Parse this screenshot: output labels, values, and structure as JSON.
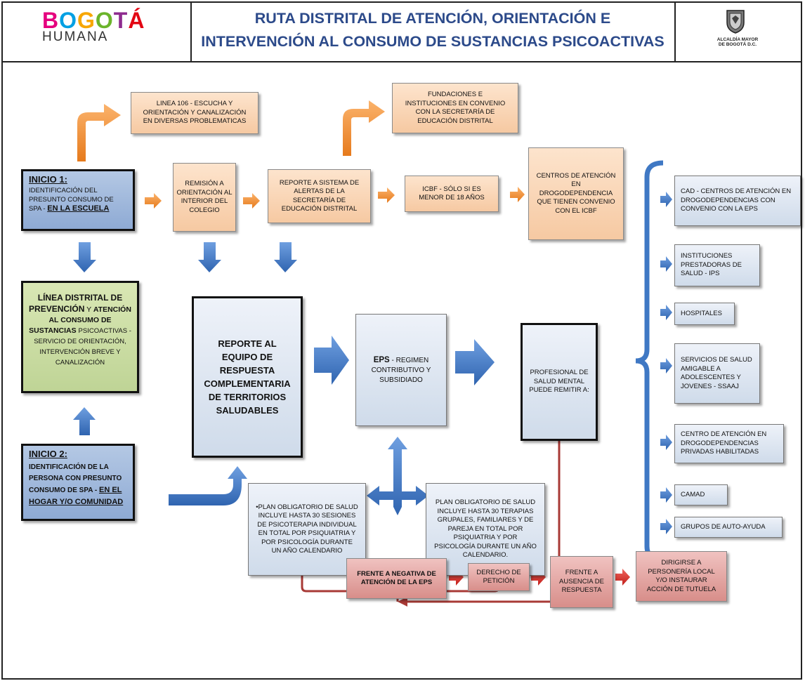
{
  "header": {
    "logo_line1": "BOGOTÁ",
    "logo_line2": "HUMANA",
    "title_line1": "RUTA DISTRITAL DE ATENCIÓN, ORIENTACIÓN E",
    "title_line2": "INTERVENCIÓN AL CONSUMO DE SUSTANCIAS PSICOACTIVAS",
    "alcaldia_line1": "ALCALDÍA MAYOR",
    "alcaldia_line2": "DE BOGOTÁ D.C.",
    "logo_colors": [
      "#e5007e",
      "#00a0e3",
      "#f7a600",
      "#6bb42b",
      "#8e2c8f",
      "#e30613"
    ]
  },
  "boxes": {
    "linea106": "LINEA 106 - ESCUCHA Y ORIENTACIÓN Y CANALIZACIÓN EN DIVERSAS PROBLEMATICAS",
    "fundaciones": "FUNDACIONES E INSTITUCIONES EN CONVENIO CON LA SECRETARÍA DE EDUCACIÓN DISTRITAL",
    "inicio1_title": "INICIO 1:",
    "inicio1_text": "IDENTIFICACIÓN DEL PRESUNTO CONSUMO DE SPA - ",
    "inicio1_place": "EN LA ESCUELA",
    "remision": "REMISIÓN A ORIENTACIÓN AL INTERIOR DEL COLEGIO",
    "reporte_sistema": "REPORTE A SISTEMA DE ALERTAS DE LA SECRETARÍA DE EDUCACIÓN DISTRITAL",
    "icbf": "ICBF - SÓLO SI ES MENOR DE 18 AÑOS",
    "centros_icbf": "CENTROS DE ATENCIÓN EN DROGODEPENDENCIA QUE TIENEN CONVENIO CON EL ICBF",
    "linea_distrital_bold1": "LÍNEA DISTRITAL DE PREVENCIÓN",
    "linea_distrital_mid": " Y ",
    "linea_distrital_bold2": "ATENCIÓN AL CONSUMO DE SUSTANCIAS",
    "linea_distrital_rest": "PSICOACTIVAS - SERVICIO DE ORIENTACIÓN, INTERVENCIÓN BREVE Y CANALIZACIÓN",
    "reporte_equipo": "REPORTE AL EQUIPO DE RESPUESTA COMPLEMENTARIA DE TERRITORIOS SALUDABLES",
    "eps_bold": "EPS",
    "eps_rest": " - REGIMEN CONTRIBUTIVO Y SUBSIDIADO",
    "profesional": "PROFESIONAL DE SALUD MENTAL PUEDE REMITIR A:",
    "inicio2_title": "INICIO 2:",
    "inicio2_text": "IDENTIFICACIÓN DE LA PERSONA CON PRESUNTO CONSUMO DE SPA - ",
    "inicio2_place": "EN EL HOGAR Y/O COMUNIDAD",
    "pos_individual": "•PLAN OBLIGATORIO DE SALUD INCLUYE HASTA 30 SESIONES DE PSICOTERAPIA INDIVIDUAL EN TOTAL POR PSIQUIATRIA Y POR PSICOLOGÍA DURANTE UN AÑO CALENDARIO",
    "pos_grupal": "PLAN OBLIGATORIO DE SALUD INCLUYE HASTA 30 TERAPIAS GRUPALES, FAMILIARES Y DE PAREJA EN TOTAL POR PSIQUIATRIA Y POR PSICOLOGÍA DURANTE UN AÑO CALENDARIO."
  },
  "referrals": [
    "CAD - CENTROS DE ATENCIÓN EN DROGODEPENDENCIAS CON CONVENIO CON LA EPS",
    "INSTITUCIONES PRESTADORAS DE SALUD - IPS",
    "HOSPITALES",
    "SERVICIOS DE SALUD AMIGABLE A ADOLESCENTES Y JOVENES - SSAAJ",
    "CENTRO DE ATENCIÓN EN DROGODEPENDENCIAS PRIVADAS HABILITADAS",
    "CAMAD",
    "GRUPOS DE AUTO-AYUDA"
  ],
  "legal_steps": [
    "FRENTE A NEGATIVA DE ATENCIÓN DE LA EPS",
    "DERECHO DE PETICIÓN",
    "FRENTE A AUSENCIA DE RESPUESTA",
    "DIRIGIRSE A PERSONERÍA LOCAL Y/O INSTAURAR ACCIÓN DE TUTUELA"
  ],
  "colors": {
    "title": "#2c4a8a",
    "orange_arrow": "#f0892a",
    "blue_arrow": "#3f78c4",
    "red_arrow": "#d9322c",
    "brace": "#3f78c4"
  }
}
